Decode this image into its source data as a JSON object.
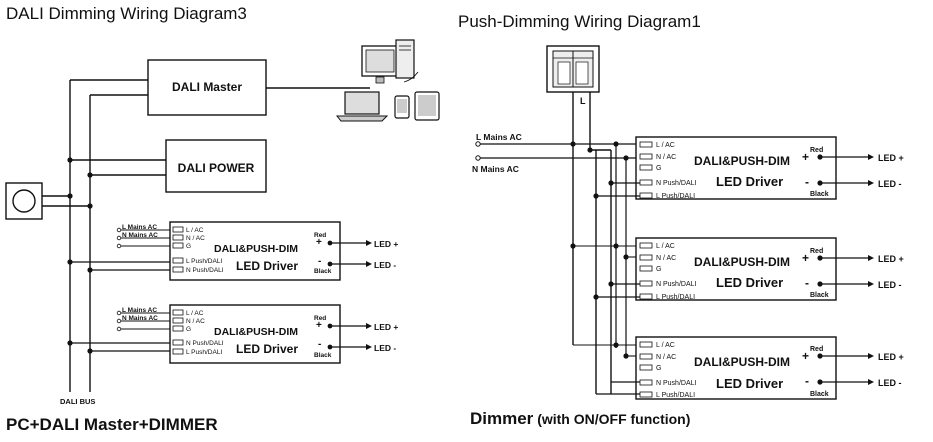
{
  "left": {
    "title": "DALI  Dimming  Wiring Diagram3",
    "master": "DALI Master",
    "power": "DALI POWER",
    "bus_label": "DALI BUS",
    "bottom": "PC+DALI Master+DIMMER"
  },
  "right": {
    "title": "Push-Dimming Wiring Diagram1",
    "switch_label": "L",
    "mains_l": "L Mains AC",
    "mains_n": "N Mains AC",
    "bottom_main": "Dimmer",
    "bottom_sub": " (with ON/OFF function)"
  },
  "driver": {
    "title1": "DALI&PUSH-DIM",
    "title2": "LED Driver",
    "la": "L / AC",
    "na": "N / AC",
    "g": "G",
    "npush": "N Push/DALI",
    "lpush": "L Push/DALI",
    "red": "Red",
    "black": "Black",
    "plus": "+",
    "minus": "-",
    "led_plus": "LED +",
    "led_minus": "LED -"
  },
  "left_mains": {
    "l": "L Mains AC",
    "n": "N Mains AC"
  },
  "colors": {
    "line": "#111111",
    "paper": "#ffffff"
  }
}
